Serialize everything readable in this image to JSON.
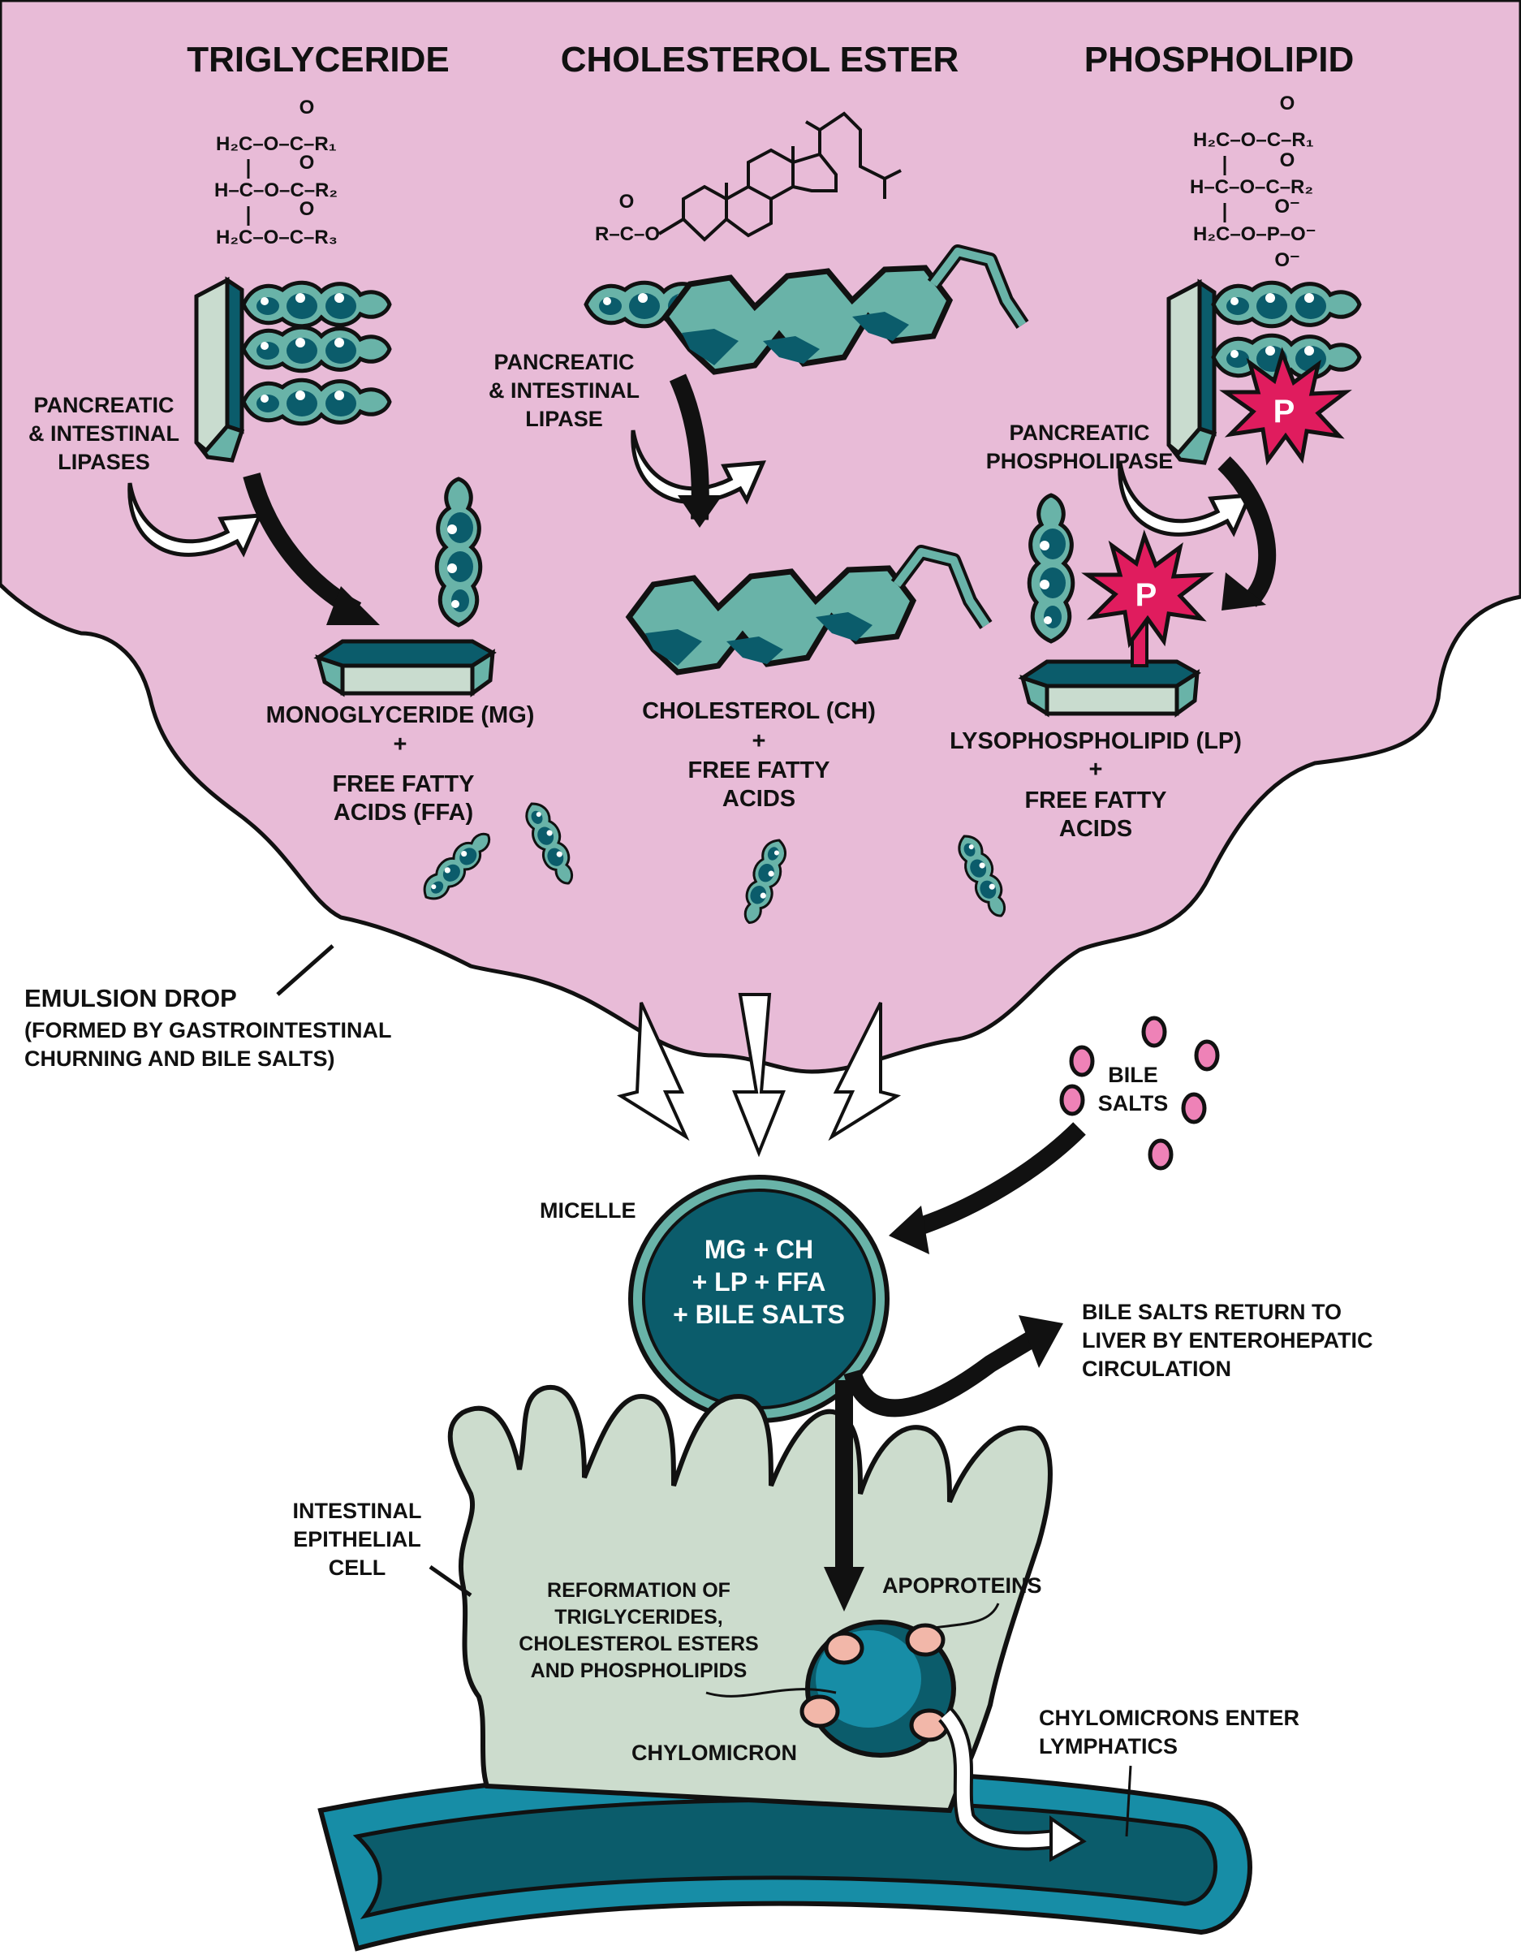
{
  "colors": {
    "emulsion_pink": "#e8bbd7",
    "teal_dark": "#0b5c6b",
    "teal_mid": "#69b3a8",
    "teal_light": "#c9dccf",
    "lymph_teal": "#178da6",
    "phosphate_magenta": "#e01c5e",
    "bile_pink": "#ee82b7",
    "apoprotein_pink": "#f2b7a9",
    "cell_green": "#ccdccd",
    "outline": "#111111"
  },
  "headers": {
    "triglyceride": "TRIGLYCERIDE",
    "cholesterol_ester": "CHOLESTEROL ESTER",
    "phospholipid": "PHOSPHOLIPID"
  },
  "formulas": {
    "triglyceride": [
      "H₂C–O–C–R₁",
      "H–C–O–C–R₂",
      "H₂C–O–C–R₃"
    ],
    "cholesterol_ester_prefix": "R–C–O",
    "phospholipid": [
      "H₂C–O–C–R₁",
      "H–C–O–C–R₂",
      "H₂C–O–P–O⁻"
    ],
    "oxygen": "O",
    "oxygen_minus": "O⁻"
  },
  "enzymes": {
    "triglyceride": [
      "PANCREATIC",
      "& INTESTINAL",
      "LIPASES"
    ],
    "cholesterol_ester": [
      "PANCREATIC",
      "& INTESTINAL",
      "LIPASE"
    ],
    "phospholipid": [
      "PANCREATIC",
      "PHOSPHOLIPASE"
    ]
  },
  "products": {
    "triglyceride": [
      "MONOGLYCERIDE (MG)",
      "+",
      "FREE FATTY",
      "ACIDS (FFA)"
    ],
    "cholesterol_ester": [
      "CHOLESTEROL (CH)",
      "+",
      "FREE FATTY",
      "ACIDS"
    ],
    "phospholipid": [
      "LYSOPHOSPHOLIPID (LP)",
      "+",
      "FREE FATTY",
      "ACIDS"
    ]
  },
  "phosphate_label": "P",
  "emulsion": {
    "title": "EMULSION DROP",
    "subtitle": [
      "(FORMED BY GASTROINTESTINAL",
      "CHURNING AND BILE SALTS)"
    ]
  },
  "bile_salts": [
    "BILE",
    "SALTS"
  ],
  "micelle": {
    "label": "MICELLE",
    "contents": [
      "MG + CH",
      "+ LP + FFA",
      "+ BILE SALTS"
    ]
  },
  "bile_return": [
    "BILE SALTS RETURN TO",
    "LIVER BY ENTEROHEPATIC",
    "CIRCULATION"
  ],
  "cell": {
    "label": [
      "INTESTINAL",
      "EPITHELIAL",
      "CELL"
    ],
    "reformation": [
      "REFORMATION OF",
      "TRIGLYCERIDES,",
      "CHOLESTEROL ESTERS",
      "AND PHOSPHOLIPIDS"
    ],
    "apoproteins": "APOPROTEINS",
    "chylomicron": "CHYLOMICRON"
  },
  "lymphatics": [
    "CHYLOMICRONS ENTER",
    "LYMPHATICS"
  ]
}
